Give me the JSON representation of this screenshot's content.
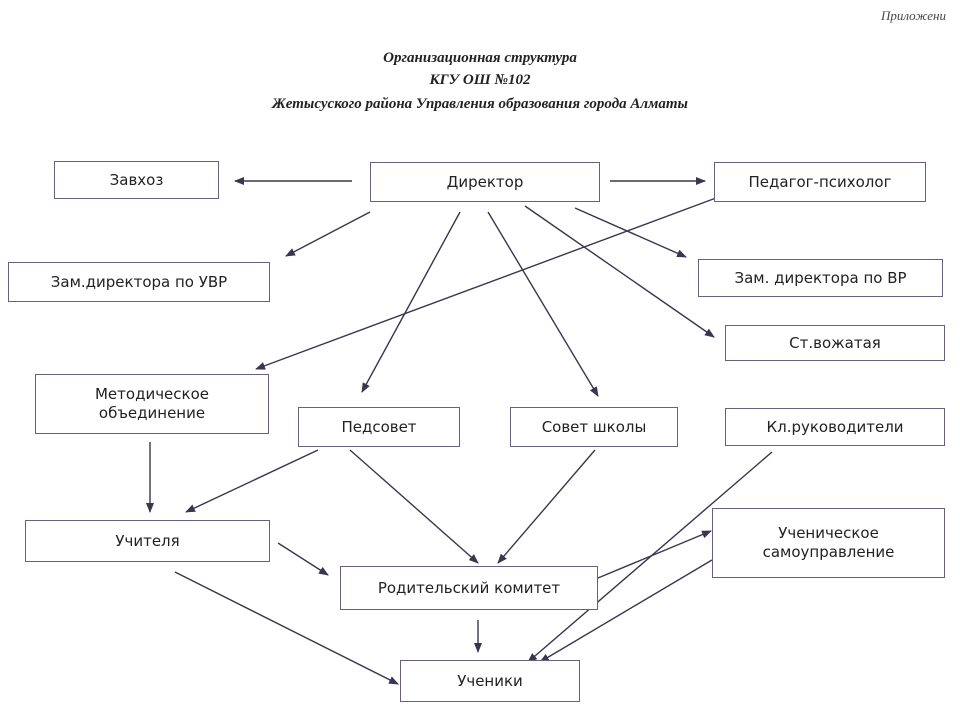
{
  "corner_note": "Приложени",
  "title": {
    "line1": "Организационная структура",
    "line2": "КГУ ОШ №102",
    "line3": "Жетысуского района Управления образования города Алматы"
  },
  "nodes": {
    "zavkhoz": "Завхоз",
    "director": "Директор",
    "psychologist": "Педагог-психолог",
    "deputy_uvr": "Зам.директора по УВР",
    "deputy_vr": "Зам. директора по ВР",
    "pioneer_leader": "Ст.вожатая",
    "method_union": "Методическое объединение",
    "pedsovet": "Педсовет",
    "school_council": "Совет школы",
    "class_teachers": "Кл.руководители",
    "teachers": "Учителя",
    "parents_committee": "Родительский комитет",
    "student_government": "Ученическое самоуправление",
    "students": "Ученики"
  }
}
